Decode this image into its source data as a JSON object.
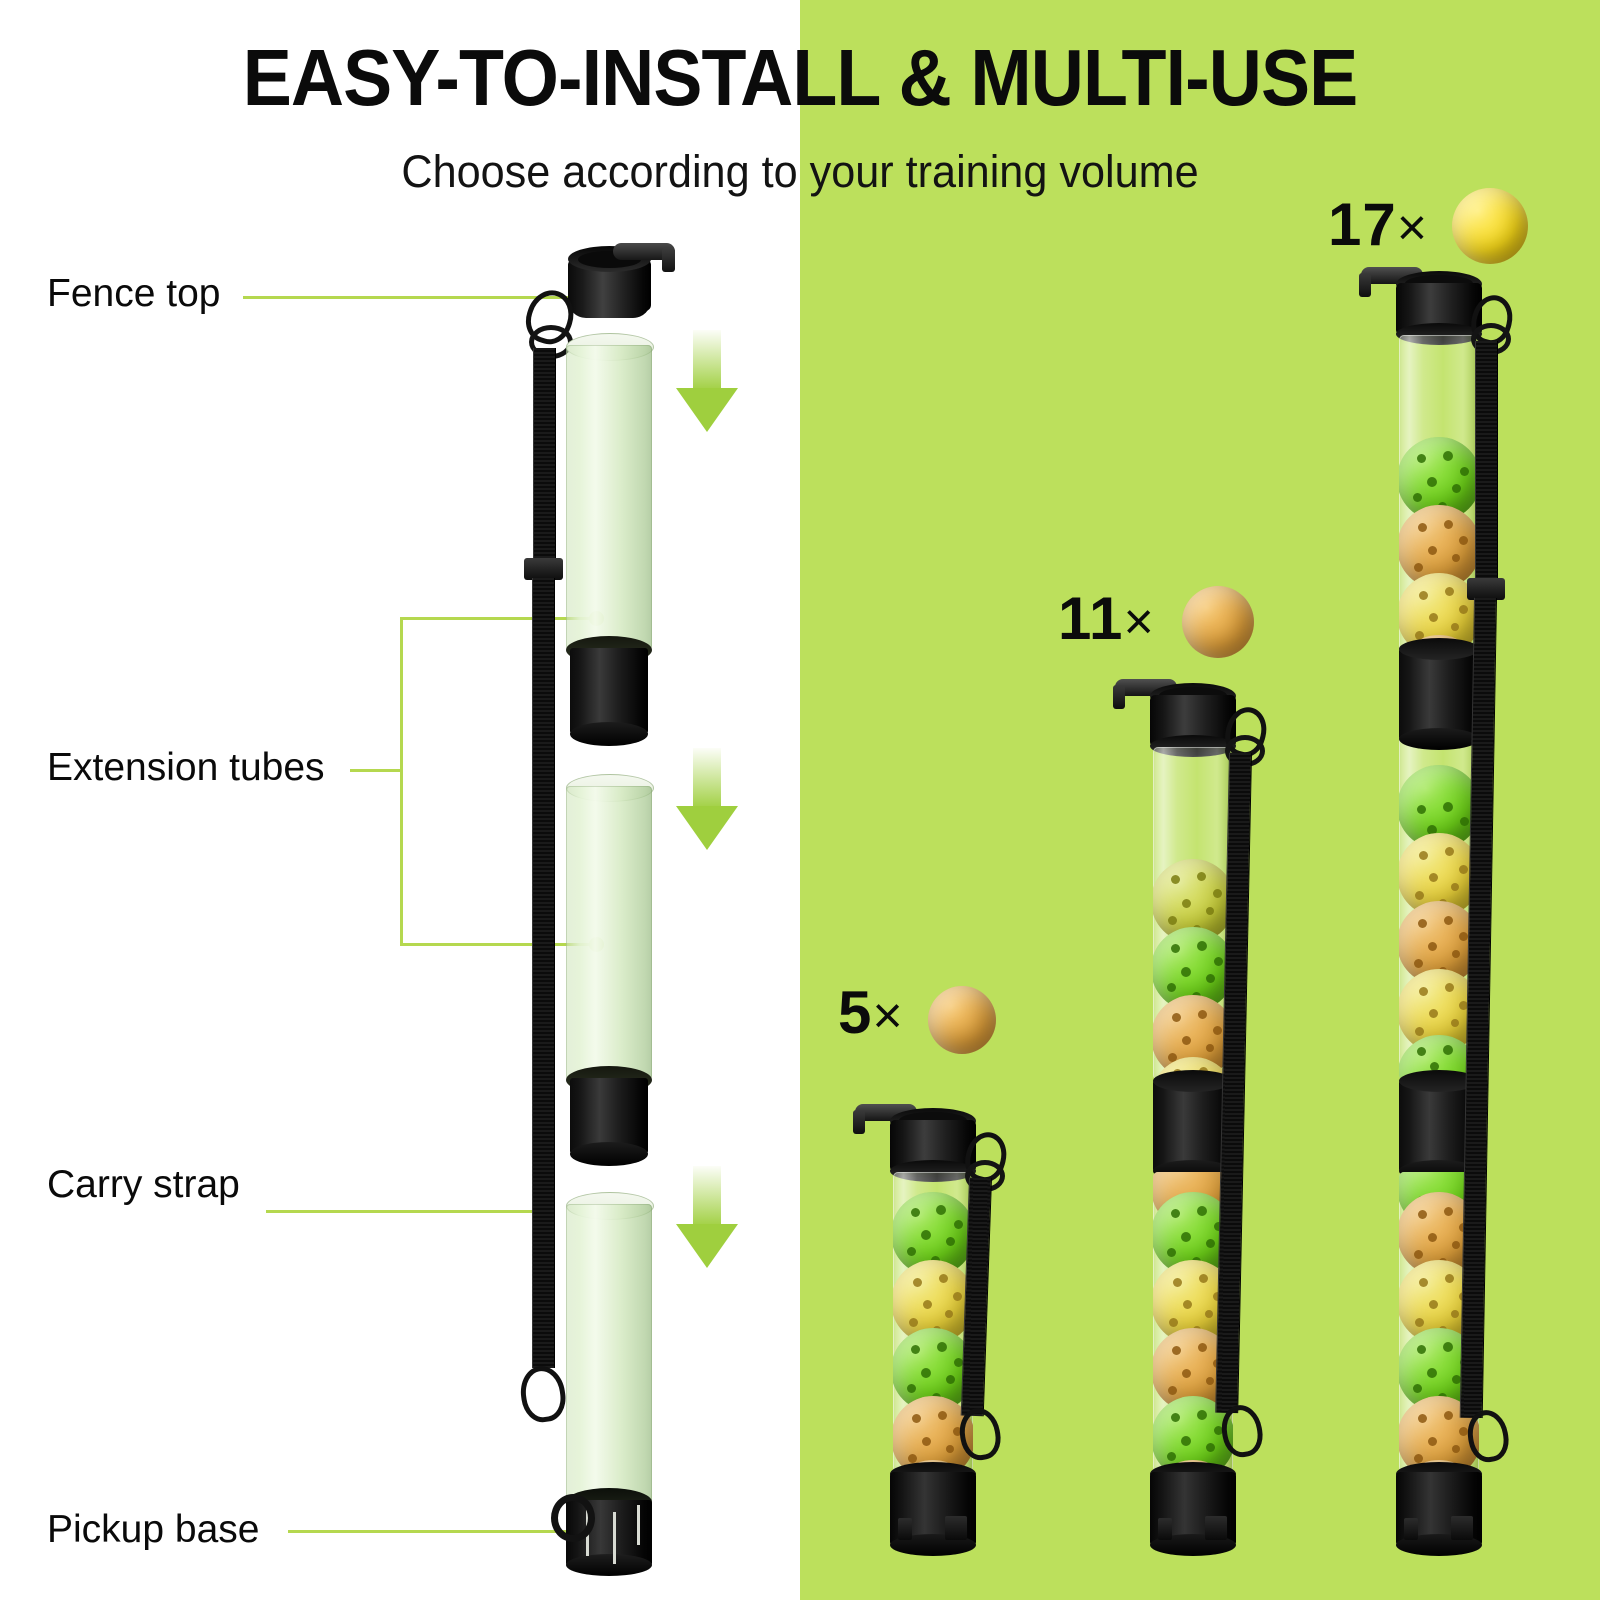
{
  "header": {
    "title": "EASY-TO-INSTALL & MULTI-USE",
    "subtitle": "Choose according to your training volume"
  },
  "colors": {
    "background_white": "#ffffff",
    "background_green": "#bce05c",
    "leader_line": "#b5d84f",
    "arrow_green": "#9fcf3e",
    "text": "#0a0a0a",
    "ball_green": "#6ed219",
    "ball_yellow": "#ead23a",
    "ball_orange": "#e0a13c",
    "ball_yellow_bright": "#f5d71a",
    "hardware_black": "#111111"
  },
  "callouts": [
    {
      "id": "fence-top",
      "label": "Fence top"
    },
    {
      "id": "extension-tubes",
      "label": "Extension tubes"
    },
    {
      "id": "carry-strap",
      "label": "Carry strap"
    },
    {
      "id": "pickup-base",
      "label": "Pickup base"
    }
  ],
  "assembly": {
    "arrow_icon": "arrow-down-icon",
    "arrow_count": 3,
    "parts": [
      {
        "name": "fence-top-clip",
        "icon": "hook-clip-icon"
      },
      {
        "name": "extension-tube-upper",
        "icon": "tube-icon"
      },
      {
        "name": "extension-tube-lower",
        "icon": "tube-icon"
      },
      {
        "name": "main-tube",
        "icon": "tube-icon"
      },
      {
        "name": "carry-strap",
        "icon": "strap-icon"
      },
      {
        "name": "pickup-base",
        "icon": "base-icon"
      }
    ]
  },
  "variants": [
    {
      "id": "variant-5",
      "count_label": "5",
      "multiplier": "×",
      "badge_ball_color": "#e0a13c",
      "balls": [
        "#6ed219",
        "#ead23a",
        "#6ed219",
        "#e0a13c",
        "#e0a13c"
      ],
      "has_mid_collar": false
    },
    {
      "id": "variant-11",
      "count_label": "11",
      "multiplier": "×",
      "badge_ball_color": "#e0a13c",
      "balls": [
        "#c9cf3a",
        "#6ed219",
        "#e0a13c",
        "#ead23a",
        "#e0a13c",
        "#6ed219",
        "#ead23a",
        "#e0a13c",
        "#6ed219",
        "#e0a13c",
        "#e0a13c"
      ],
      "has_mid_collar": true
    },
    {
      "id": "variant-17",
      "count_label": "17",
      "multiplier": "×",
      "badge_ball_color": "#f5d71a",
      "balls": [
        "#6ed219",
        "#e0a13c",
        "#ead23a",
        "#6ed219",
        "#e0a13c",
        "#ead23a",
        "#6ed219",
        "#e0a13c",
        "#ead23a",
        "#6ed219",
        "#e0a13c",
        "#ead23a",
        "#6ed219",
        "#e0a13c",
        "#ead23a",
        "#6ed219",
        "#e0a13c"
      ],
      "has_mid_collar": true
    }
  ]
}
